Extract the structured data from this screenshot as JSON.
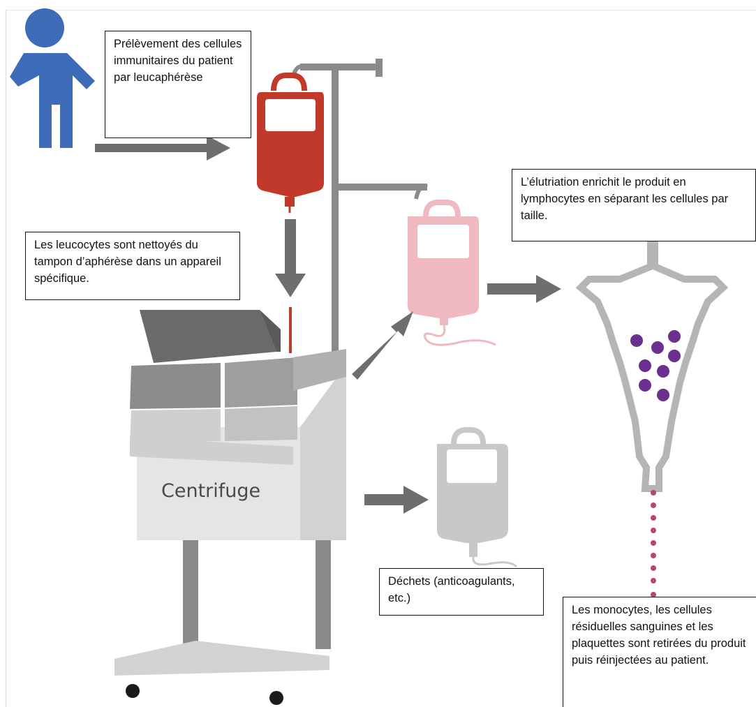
{
  "notes": {
    "patient": "Prélèvement des cellules immunitaires du patient par leucaphérèse",
    "cleaning": "Les leucocytes sont nettoyés du tampon d’aphérèse dans un appareil spécifique.",
    "elutriation": "L’élutriation enrichit le produit en lymphocytes en séparant les cellules par taille.",
    "waste": "Déchets (anticoagulants, etc.)",
    "reinjection": "Les monocytes, les cellules résiduelles sanguines et les plaquettes sont retirées du produit puis réinjectées au patient."
  },
  "machine": {
    "label": "Centrifuge"
  },
  "colors": {
    "patient": "#3f6cb8",
    "blood_bag": "#c0392b",
    "enriched_bag": "#f0b8bf",
    "waste_bag": "#c8c8c8",
    "arrow": "#6e6e6e",
    "lymphocyte": "#6b2f8f",
    "residual_cells": "#b44a6a"
  },
  "icons": [
    "person-icon",
    "blood-bag-icon",
    "iv-pole-icon",
    "centrifuge-machine-icon",
    "elutriation-chamber-icon"
  ]
}
